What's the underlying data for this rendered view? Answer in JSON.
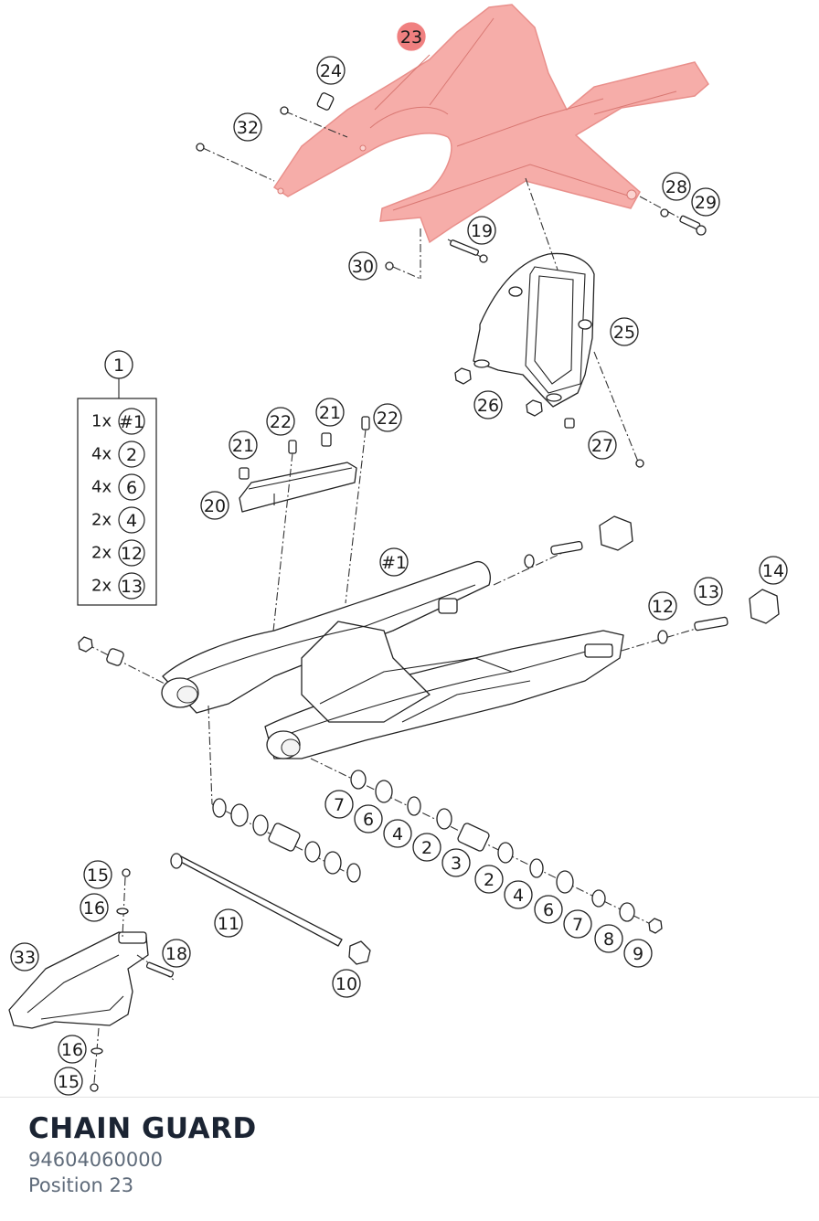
{
  "footer": {
    "title": "CHAIN GUARD",
    "part_number": "94604060000",
    "position": "Position 23"
  },
  "colors": {
    "highlight": "#f08080",
    "highlight_fill": "#f6a9a5",
    "title": "#1b2433",
    "subtext": "#5f6b7a"
  },
  "kit": {
    "label": "1",
    "rows": [
      {
        "qty": "1x",
        "ref": "#1"
      },
      {
        "qty": "4x",
        "ref": "2"
      },
      {
        "qty": "4x",
        "ref": "6"
      },
      {
        "qty": "2x",
        "ref": "4"
      },
      {
        "qty": "2x",
        "ref": "12"
      },
      {
        "qty": "2x",
        "ref": "13"
      }
    ]
  },
  "highlighted_callout": "23",
  "callouts": [
    "23",
    "24",
    "32",
    "28",
    "29",
    "19",
    "30",
    "25",
    "26",
    "27",
    "21",
    "22",
    "21",
    "22",
    "20",
    "#1",
    "14",
    "13",
    "12",
    "7",
    "6",
    "4",
    "2",
    "3",
    "2",
    "4",
    "6",
    "7",
    "8",
    "9",
    "15",
    "16",
    "18",
    "11",
    "33",
    "10",
    "16",
    "15"
  ]
}
